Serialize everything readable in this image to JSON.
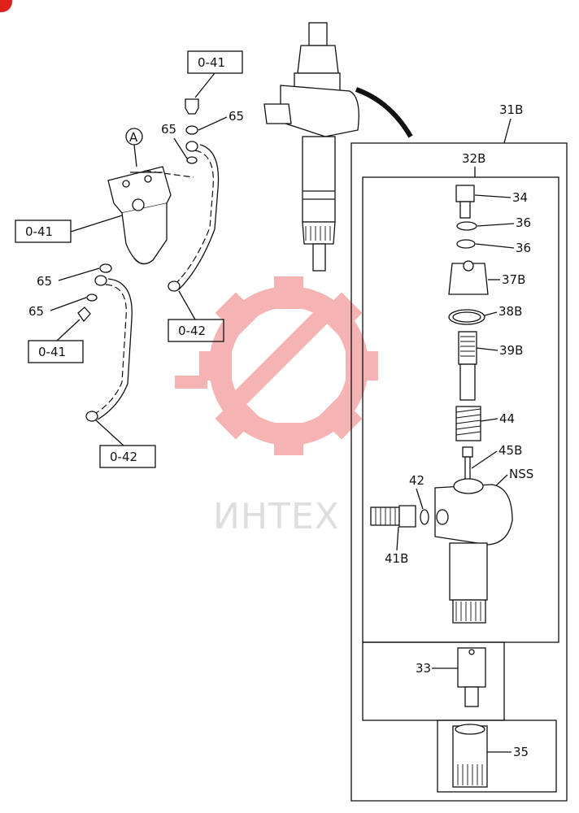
{
  "diagram": {
    "watermark": "ИНТЕХ",
    "watermark_color": "#f5a6a6",
    "corner_badge_color": "#e0201b",
    "callout_A": "A",
    "ref_boxes": {
      "r1": "0-41",
      "r2": "0-41",
      "r3": "0-41",
      "r4": "0-42",
      "r5": "0-42"
    },
    "part_labels": {
      "p65a": "65",
      "p65b": "65",
      "p65c": "65",
      "p65d": "65",
      "p31B": "31B",
      "p32B": "32B",
      "p34": "34",
      "p36a": "36",
      "p36b": "36",
      "p37B": "37B",
      "p38B": "38B",
      "p39B": "39B",
      "p44": "44",
      "p45B": "45B",
      "pNSS": "NSS",
      "p42": "42",
      "p41B": "41B",
      "p33": "33",
      "p35": "35"
    }
  }
}
